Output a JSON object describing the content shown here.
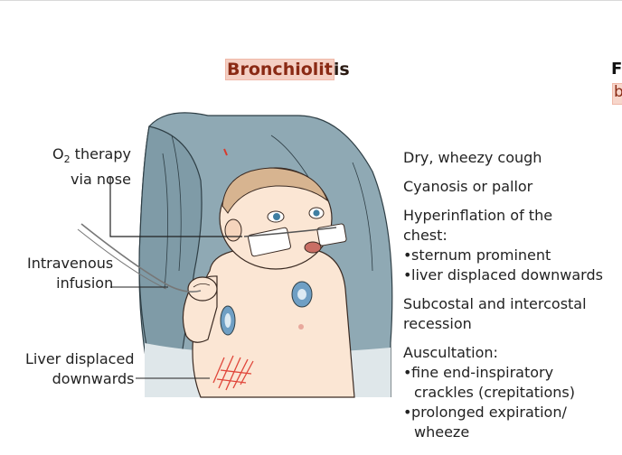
{
  "title": {
    "highlighted": "Bronchiolit",
    "rest": "is"
  },
  "edge": {
    "letter": "F",
    "highlighted_letter": "b"
  },
  "callouts": {
    "o2_prefix": "O",
    "o2_sub": "2",
    "o2_suffix": " therapy",
    "o2_line2": "via nose",
    "iv_line1": "Intravenous",
    "iv_line2": "infusion",
    "liver_line1": "Liver displaced",
    "liver_line2": "downwards"
  },
  "findings": {
    "cough": "Dry, wheezy cough",
    "cyanosis": "Cyanosis or pallor",
    "hyper_line1": "Hyperinflation of the",
    "hyper_line2": "chest:",
    "hyper_b1": "sternum prominent",
    "hyper_b2": "liver displaced downwards",
    "recession_line1": "Subcostal and intercostal",
    "recession_line2": "recession",
    "ausc": "Auscultation:",
    "ausc_b1_line1": "fine end-inspiratory",
    "ausc_b1_line2": "crackles (crepitations)",
    "ausc_b2_line1": "prolonged expiration/",
    "ausc_b2_line2": "wheeze",
    "bullet": "•"
  },
  "colors": {
    "chair": "#8fa9b4",
    "chair_dark": "#6f8c99",
    "skin": "#fbe6d4",
    "hair": "#c9a27c",
    "highlight": "#f4cfc3",
    "liver_hatch": "#e0463a",
    "electrode": "#6f9fc4"
  },
  "icons": {
    "illustration": "infant-with-bronchiolitis"
  }
}
